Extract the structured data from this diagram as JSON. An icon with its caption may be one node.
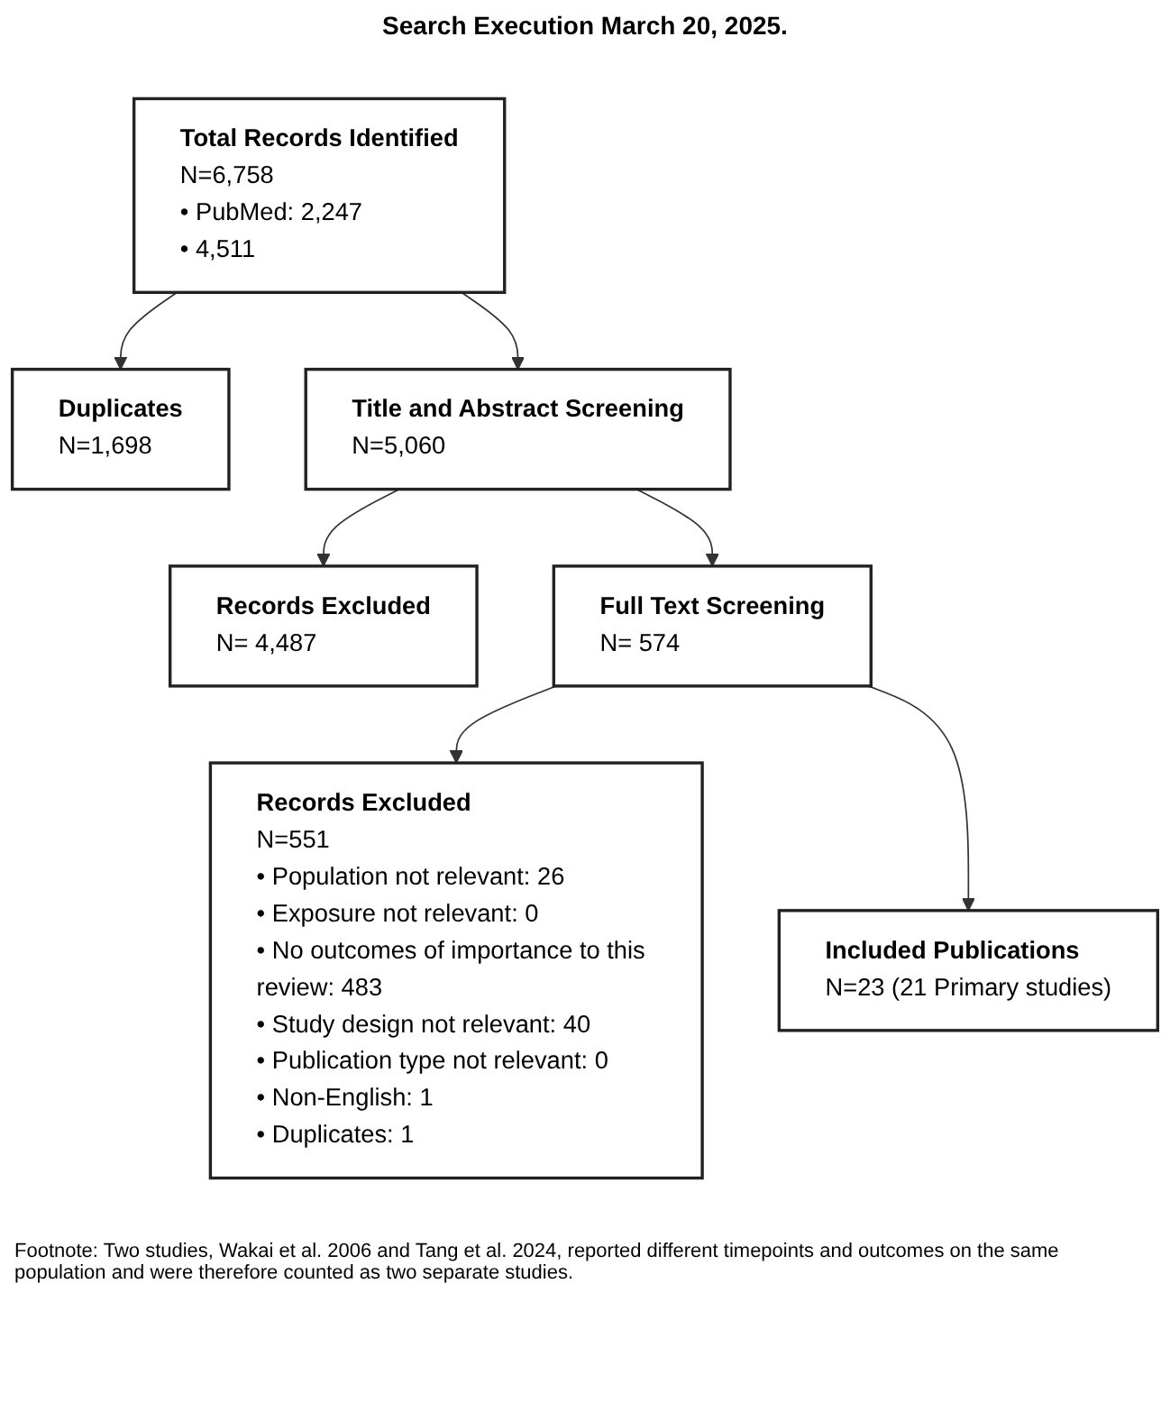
{
  "diagram": {
    "title": "Search Execution March 20, 2025.",
    "caption": "Footnote: Two studies, Wakai et al. 2006 and Tang et al. 2024, reported different timepoints and outcomes on the same population and were therefore counted as two separate studies.",
    "nodes": [
      {
        "text": [
          "Total Records Identified",
          "N=6,758",
          "• PubMed: 2,247",
          "• 4,511"
        ]
      },
      {
        "text": [
          "Duplicates",
          "N=1,698"
        ]
      },
      {
        "text": [
          "Title and Abstract Screening",
          "N=5,060"
        ]
      },
      {
        "text": [
          "Records Excluded",
          "N= 4,487"
        ]
      },
      {
        "text": [
          "Full Text Screening",
          "N= 574"
        ]
      },
      {
        "text": [
          "Records Excluded",
          "N=551",
          "• Population not relevant: 26",
          "• Exposure not relevant: 0",
          "• No outcomes of importance to this review: 483",
          "• Study design not relevant: 40",
          "• Publication type not relevant: 0",
          "• Non-English: 1",
          "• Duplicates: 1"
        ]
      },
      {
        "text": [
          "Included Publications",
          "N=23 (21 Primary studies)"
        ]
      }
    ],
    "edges": [
      {
        "from": 0,
        "to": 2,
        "arrow": "to"
      },
      {
        "from": 0,
        "to": 1,
        "arrow": "to"
      },
      {
        "from": 2,
        "to": 3,
        "arrow": "to"
      },
      {
        "from": 2,
        "to": 4,
        "arrow": "to"
      },
      {
        "from": 4,
        "to": 5,
        "arrow": "to"
      },
      {
        "from": 4,
        "to": 6,
        "arrow": "to"
      }
    ]
  }
}
